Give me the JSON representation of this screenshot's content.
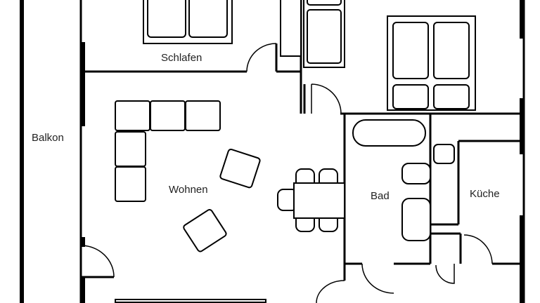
{
  "rooms": {
    "schlafen": "Schlafen",
    "balkon": "Balkon",
    "wohnen": "Wohnen",
    "bad": "Bad",
    "kueche": "Küche"
  }
}
